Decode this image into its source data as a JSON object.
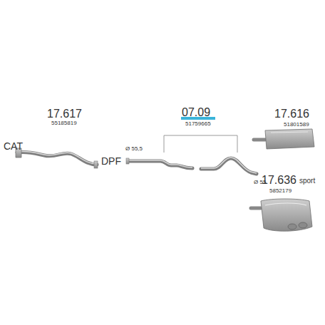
{
  "diagram": {
    "labels": [
      "17.617",
      "55185819",
      "CAT",
      "DPF",
      "Ø 55,5",
      "07.09",
      "51759665",
      "Ø 55",
      "17.616",
      "51801589",
      "17.636",
      "sport",
      "5852179"
    ]
  }
}
